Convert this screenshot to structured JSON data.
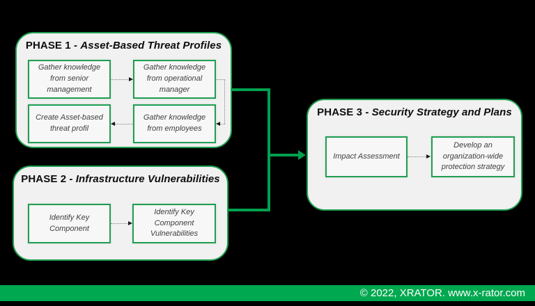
{
  "colors": {
    "background": "#000000",
    "panel_fill": "#f1f1f1",
    "panel_border": "#1e9e50",
    "box_fill": "#f7f7f7",
    "connector": "#00a14e",
    "footer_bg": "#00a84f",
    "footer_text": "#ffffff",
    "dotted_connector": "#7f7f7f",
    "box_text": "#3f3f3f"
  },
  "phases": [
    {
      "title_prefix": "PHASE 1 - ",
      "title_name": "Asset-Based Threat Profiles",
      "boxes": [
        {
          "label": "Gather knowledge from senior management"
        },
        {
          "label": "Gather knowledge from operational manager"
        },
        {
          "label": "Create Asset-based threat profil"
        },
        {
          "label": "Gather knowledge from employees"
        }
      ]
    },
    {
      "title_prefix": "PHASE 2 - ",
      "title_name": "Infrastructure Vulnerabilities",
      "boxes": [
        {
          "label": "Identify Key Component"
        },
        {
          "label": "Identify Key Component Vulnerabilities"
        }
      ]
    },
    {
      "title_prefix": "PHASE 3 - ",
      "title_name": "Security Strategy and Plans",
      "boxes": [
        {
          "label": "Impact Assessment"
        },
        {
          "label": "Develop an organization-wide protection strategy"
        }
      ]
    }
  ],
  "footer": {
    "text": "© 2022, XRATOR. www.x-rator.com"
  }
}
